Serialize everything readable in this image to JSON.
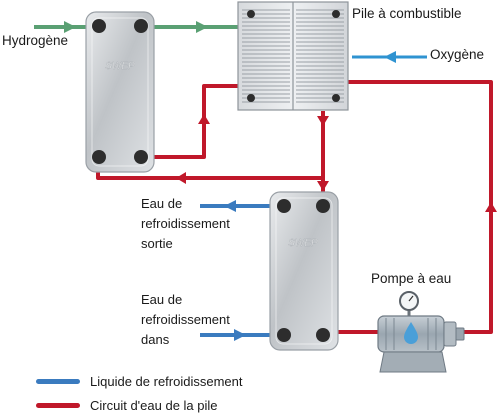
{
  "labels": {
    "hydrogen": "Hydrogène",
    "fuel_cell": "Pile à combustible",
    "oxygen": "Oxygène",
    "cooling_out": [
      "Eau de",
      "refroidissement",
      "sortie"
    ],
    "cooling_in": [
      "Eau de",
      "refroidissement",
      "dans"
    ],
    "water_pump": "Pompe à eau",
    "hx_brand": "SWEP"
  },
  "legend": [
    {
      "label": "Liquide de refroidissement",
      "color": "#3a7bbf"
    },
    {
      "label": "Circuit d'eau de la pile",
      "color": "#c0182a"
    }
  ],
  "colors": {
    "hydrogen_line": "#5aa073",
    "oxygen_line": "#2f93d1",
    "coolant_line": "#3a7bbf",
    "stack_water": "#c0182a",
    "hx_plate": "#c9ccd0",
    "pump_body": "#a9b4bd",
    "pump_drop": "#4a9fd8"
  }
}
